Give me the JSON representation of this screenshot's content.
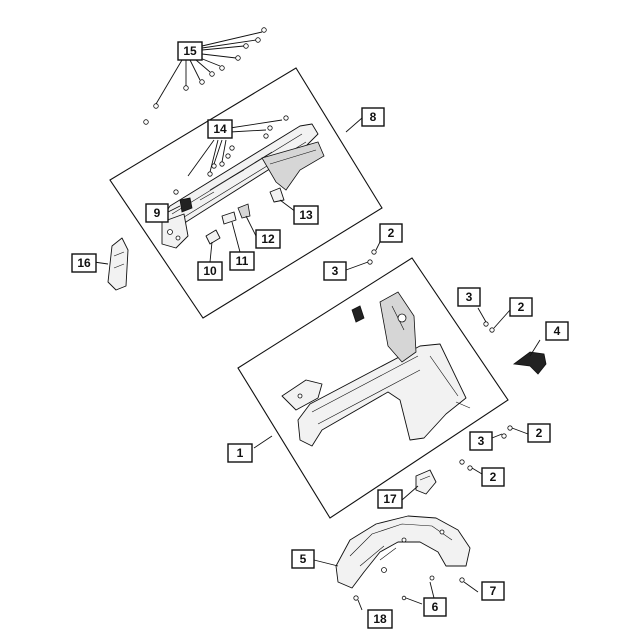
{
  "diagram": {
    "callouts": [
      {
        "id": "c1",
        "label": "1"
      },
      {
        "id": "c2a",
        "label": "2"
      },
      {
        "id": "c2b",
        "label": "2"
      },
      {
        "id": "c2c",
        "label": "2"
      },
      {
        "id": "c2d",
        "label": "2"
      },
      {
        "id": "c3a",
        "label": "3"
      },
      {
        "id": "c3b",
        "label": "3"
      },
      {
        "id": "c3c",
        "label": "3"
      },
      {
        "id": "c4",
        "label": "4"
      },
      {
        "id": "c5",
        "label": "5"
      },
      {
        "id": "c6",
        "label": "6"
      },
      {
        "id": "c7",
        "label": "7"
      },
      {
        "id": "c8",
        "label": "8"
      },
      {
        "id": "c9",
        "label": "9"
      },
      {
        "id": "c10",
        "label": "10"
      },
      {
        "id": "c11",
        "label": "11"
      },
      {
        "id": "c12",
        "label": "12"
      },
      {
        "id": "c13",
        "label": "13"
      },
      {
        "id": "c14",
        "label": "14"
      },
      {
        "id": "c15",
        "label": "15"
      },
      {
        "id": "c16",
        "label": "16"
      },
      {
        "id": "c17",
        "label": "17"
      },
      {
        "id": "c18",
        "label": "18"
      }
    ]
  }
}
